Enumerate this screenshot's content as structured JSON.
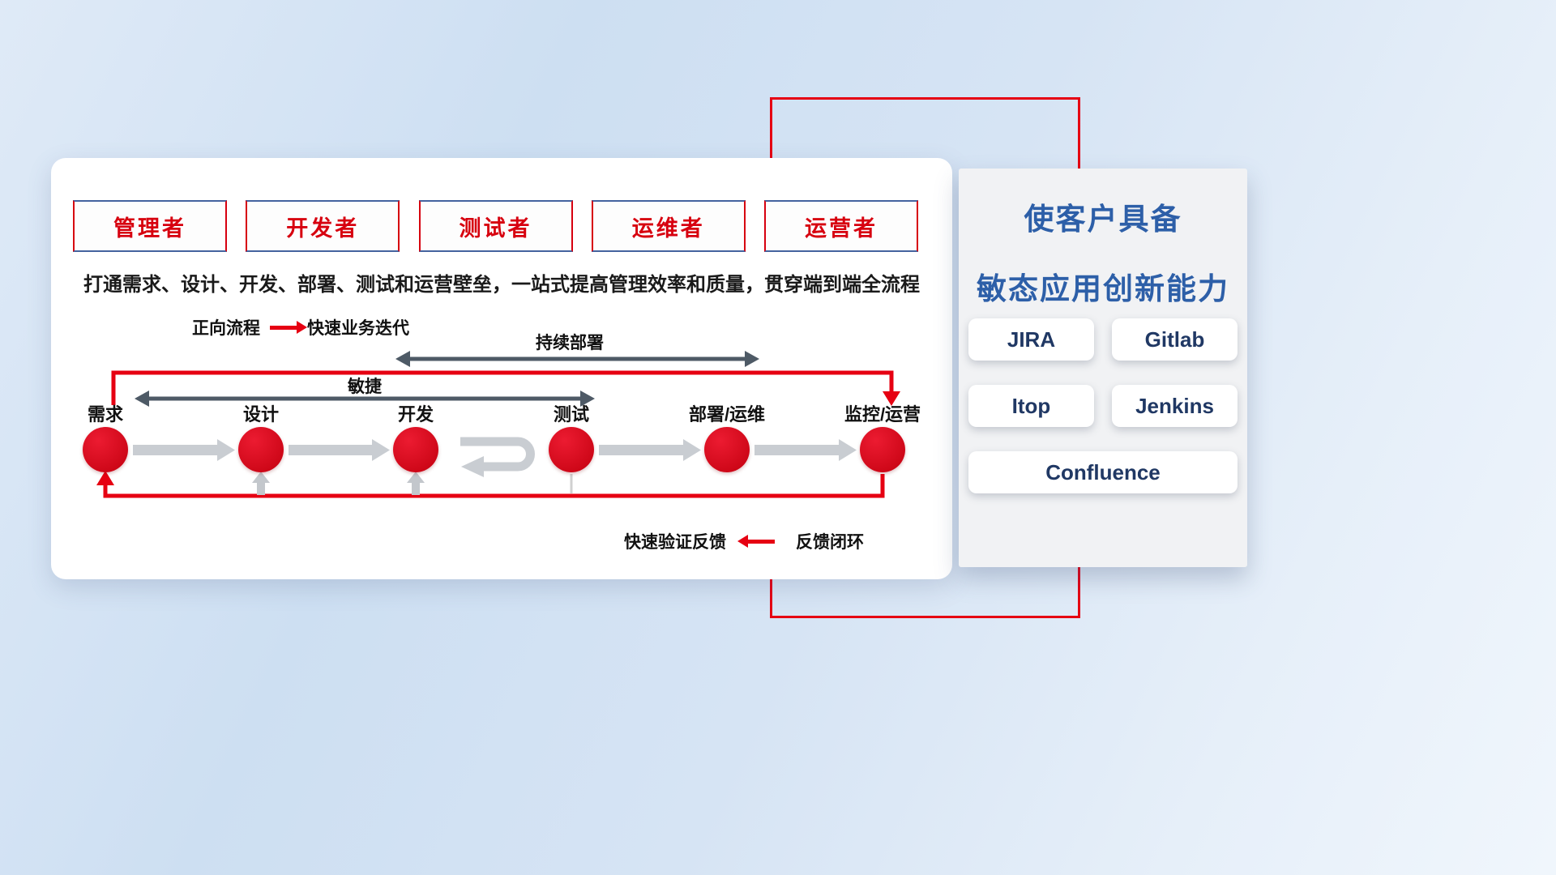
{
  "roles": [
    {
      "label": "管理者"
    },
    {
      "label": "开发者"
    },
    {
      "label": "测试者"
    },
    {
      "label": "运维者"
    },
    {
      "label": "运营者"
    }
  ],
  "subtitle": "打通需求、设计、开发、部署、测试和运营壁垒，一站式提高管理效率和质量，贯穿端到端全流程",
  "forward_legend": {
    "label": "正向流程",
    "value": "快速业务迭代"
  },
  "span_labels": {
    "agile": "敏捷",
    "continuous_deploy": "持续部署"
  },
  "stages": [
    {
      "label": "需求"
    },
    {
      "label": "设计"
    },
    {
      "label": "开发"
    },
    {
      "label": "测试"
    },
    {
      "label": "部署/运维"
    },
    {
      "label": "监控/运营"
    }
  ],
  "feedback_legend": {
    "label": "快速验证反馈",
    "value": "反馈闭环"
  },
  "side_panel": {
    "title_line1": "使客户具备",
    "title_line2": "敏态应用创新能力",
    "tools": [
      {
        "label": "JIRA"
      },
      {
        "label": "Gitlab"
      },
      {
        "label": "Itop"
      },
      {
        "label": "Jenkins"
      },
      {
        "label": "Confluence"
      }
    ]
  },
  "colors": {
    "red": "#e60012",
    "title_blue": "#2d5fa8",
    "navy_text": "#203864",
    "dark_arrow": "#4e5a66",
    "gray_arrow": "#c9cdd2"
  }
}
